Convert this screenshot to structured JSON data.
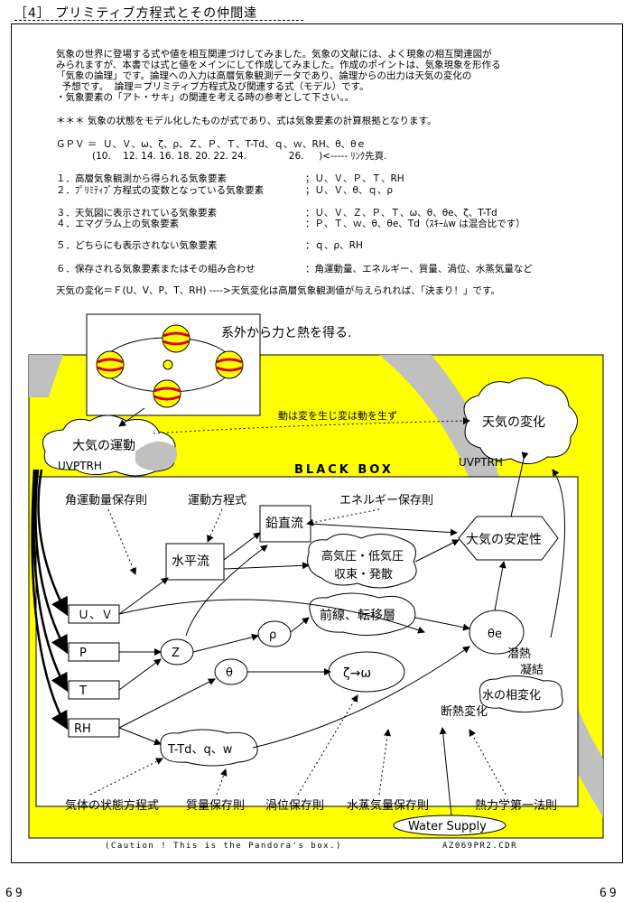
{
  "header": {
    "title": "［4］ プリミティブ方程式とその仲間達"
  },
  "intro": [
    "気象の世界に登場する式や値を相互関連づけしてみました。気象の文献には、よく現象の相互関連図が",
    "みられますが、本書では式と値をメインにして作成してみました。作成のポイントは、気象現象を形作る",
    "「気象の論理」です。論理への入力は高層気象観測データであり、論理からの出力は天気の変化の",
    "  予想です。  論理＝プリミティブ方程式及び関連する式（モデル）です。",
    "・気象要素の「アト・サキ」の関連を考える時の参考として下さい。。"
  ],
  "note": "＊＊＊ 気象の状態をモデル化したものが式であり、式は気象要素の計算根拠となります。",
  "gpv": {
    "line": "ＧＰＶ ＝  Ｕ、Ｖ、ω、ζ、ρ、Ｚ、Ｐ、Ｔ、T-Td、ｑ、ｗ、RH、θ、θｅ",
    "pages": "(10.    12. 14. 16. 18. 20. 22. 24.              26.     )<----- ﾘﾝｸ先頁."
  },
  "list": [
    {
      "label": "１．高層気象観測から得られる気象要素",
      "value": "；Ｕ、Ｖ、Ｐ、Ｔ、RH"
    },
    {
      "label": "２．ﾌﾟﾘﾐﾃｨﾌﾞ方程式の変数となっている気象要素",
      "value": "；Ｕ、Ｖ、θ、ｑ、ρ"
    },
    {
      "label": "３．天気図に表示されている気象要素",
      "value": "：Ｕ、Ｖ、Ｚ、Ｐ、Ｔ、ω、θ、θe、ζ、T-Td"
    },
    {
      "label": "４．エマグラム上の気象要素",
      "value": "：Ｐ、Ｔ、ｗ、θ、θe、Td（ｽｷｰﾑw は混合比です）"
    },
    {
      "label": "５．どちらにも表示されない気象要素",
      "value": "：ｑ、ρ、RH"
    },
    {
      "label": "６．保存される気象要素またはその組み合わせ",
      "value": "：角運動量、エネルギー、質量、渦位、水蒸気量など"
    }
  ],
  "formula": "天気の変化＝Ｆ(U、V、P、T、RH) ---->天気変化は高層気象観測値が与えられれば、「決まり！」です。",
  "diagram": {
    "external": "系外から力と熱を得る.",
    "cloud_left": "大気の運動",
    "cloud_left_sub": "UVPTRH",
    "cloud_right": "天気の変化",
    "cloud_right_sub": "UVPTRH",
    "dotted_label": "動は変を生じ変は動を生ず",
    "blackbox": "BLACK BOX",
    "laws_top": [
      "角運動量保存則",
      "運動方程式",
      "エネルギー保存則"
    ],
    "vertical": "鉛直流",
    "horizontal": "水平流",
    "hilo": [
      "高気圧・低気圧",
      "収束・発散"
    ],
    "stability": "大気の安定性",
    "front": "前線、転移層",
    "vars": {
      "uv": "Ｕ、Ｖ",
      "p": "P",
      "t": "T",
      "rh": "RH",
      "z": "Z",
      "rho": "ρ",
      "theta": "θ",
      "zeta_omega": "ζ→ω",
      "thetae": "θe",
      "ttd": "T-Td、q、w"
    },
    "side": [
      "潜熱",
      "凝結",
      "水の相変化",
      "断熱変化"
    ],
    "laws_bottom": [
      "気体の状態方程式",
      "質量保存則",
      "渦位保存則",
      "水蒸気量保存則",
      "熱力学第一法則"
    ],
    "water": "Water Supply"
  },
  "caption_left": "(Caution ! This is the Pandora's box.)",
  "caption_right": "AZ069PR2.CDR",
  "page_left": "69",
  "page_right": "69",
  "colors": {
    "yellow": "#ffff00",
    "gray": "#c0c0c0",
    "red": "#e00000"
  }
}
